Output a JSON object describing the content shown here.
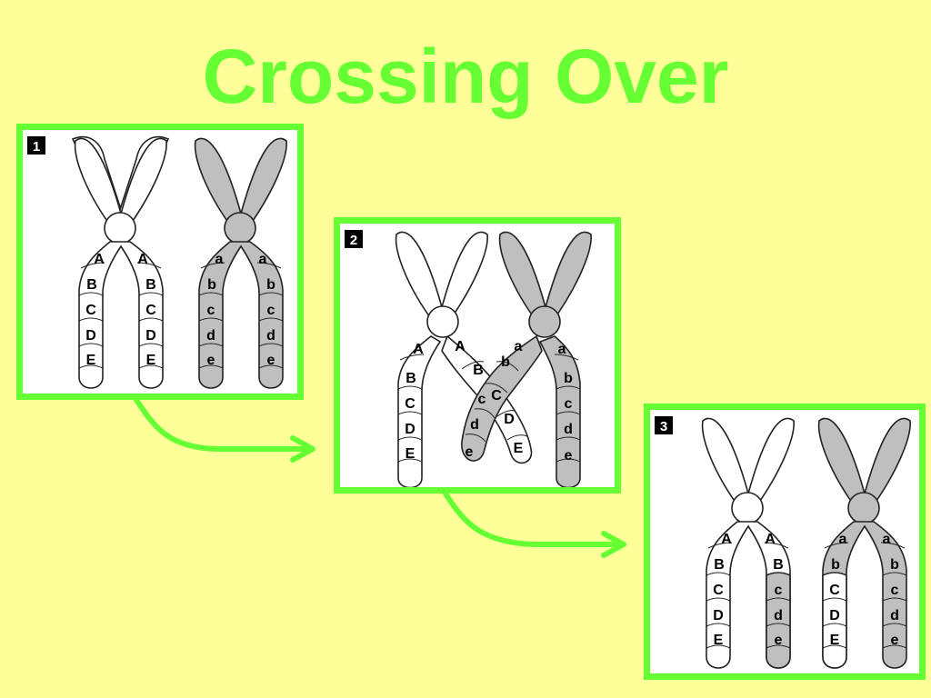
{
  "title": "Crossing Over",
  "colors": {
    "background": "#ffff99",
    "accent": "#66ff33",
    "chromatid_light": "#ffffff",
    "chromatid_dark": "#bfbfbf",
    "outline": "#222222"
  },
  "panels": [
    {
      "number": "1",
      "left_chromosome": {
        "left_chromatid": [
          "A",
          "B",
          "C",
          "D",
          "E"
        ],
        "right_chromatid": [
          "A",
          "B",
          "C",
          "D",
          "E"
        ]
      },
      "right_chromosome": {
        "left_chromatid": [
          "a",
          "b",
          "c",
          "d",
          "e"
        ],
        "right_chromatid": [
          "a",
          "b",
          "c",
          "d",
          "e"
        ]
      }
    },
    {
      "number": "2",
      "left_chromosome": {
        "left_chromatid": [
          "A",
          "B",
          "C",
          "D",
          "E"
        ],
        "crossing_chromatid": [
          "A",
          "B",
          "C",
          "D",
          "E"
        ]
      },
      "right_chromosome": {
        "crossing_chromatid": [
          "a",
          "b",
          "c",
          "d",
          "e"
        ],
        "right_chromatid": [
          "a",
          "b",
          "c",
          "d",
          "e"
        ]
      }
    },
    {
      "number": "3",
      "left_chromosome": {
        "left_chromatid": [
          "A",
          "B",
          "C",
          "D",
          "E"
        ],
        "right_chromatid": [
          "A",
          "B",
          "c",
          "d",
          "e"
        ]
      },
      "right_chromosome": {
        "left_chromatid": [
          "a",
          "b",
          "C",
          "D",
          "E"
        ],
        "right_chromatid": [
          "a",
          "b",
          "c",
          "d",
          "e"
        ]
      }
    }
  ]
}
